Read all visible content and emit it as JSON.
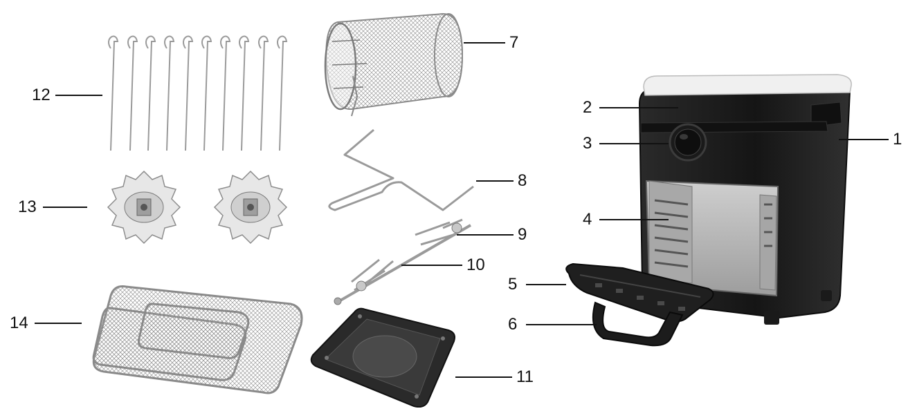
{
  "callouts": {
    "c1": "1",
    "c2": "2",
    "c3": "3",
    "c4": "4",
    "c5": "5",
    "c6": "6",
    "c7": "7",
    "c8": "8",
    "c9": "9",
    "c10": "10",
    "c11": "11",
    "c12": "12",
    "c13": "13",
    "c14": "14"
  },
  "colors": {
    "body": "#1e1e1e",
    "metal": "#b9b9b9",
    "line": "#111111"
  }
}
